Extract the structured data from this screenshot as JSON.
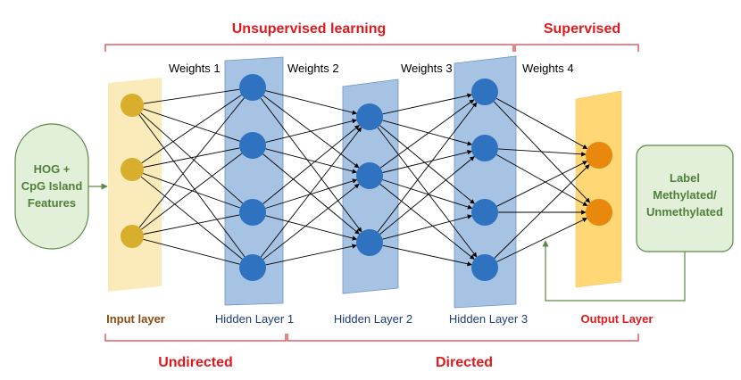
{
  "top": {
    "unsupervised": "Unsupervised learning",
    "supervised": "Supervised"
  },
  "weights": [
    "Weights 1",
    "Weights 2",
    "Weights 3",
    "Weights 4"
  ],
  "input_box": {
    "lines": [
      "HOG +",
      "CpG Island",
      "Features"
    ]
  },
  "label_box": {
    "lines": [
      "Label",
      "Methylated/",
      "Unmethylated"
    ]
  },
  "layers": {
    "input": "Input layer",
    "hidden1": "Hidden Layer 1",
    "hidden2": "Hidden Layer 2",
    "hidden3": "Hidden Layer 3",
    "output": "Output Layer"
  },
  "bottom": {
    "undirected": "Undirected",
    "directed": "Directed"
  },
  "colors": {
    "red_text": "#e0191f",
    "brown_text": "#8a4b12",
    "navy_text": "#1f3a78",
    "bracket": "#d9424a",
    "input_band": "#fbe9b6",
    "input_node": "#d8ae2d",
    "hidden_band": "#a7c3e3",
    "hidden_node": "#2e72c0",
    "output_band": "#ffd775",
    "output_node": "#e8890d",
    "green_fill": "#e3f0d9",
    "green_stroke": "#5d8846"
  },
  "network": {
    "layer_node_counts": [
      3,
      4,
      3,
      4,
      2
    ]
  }
}
